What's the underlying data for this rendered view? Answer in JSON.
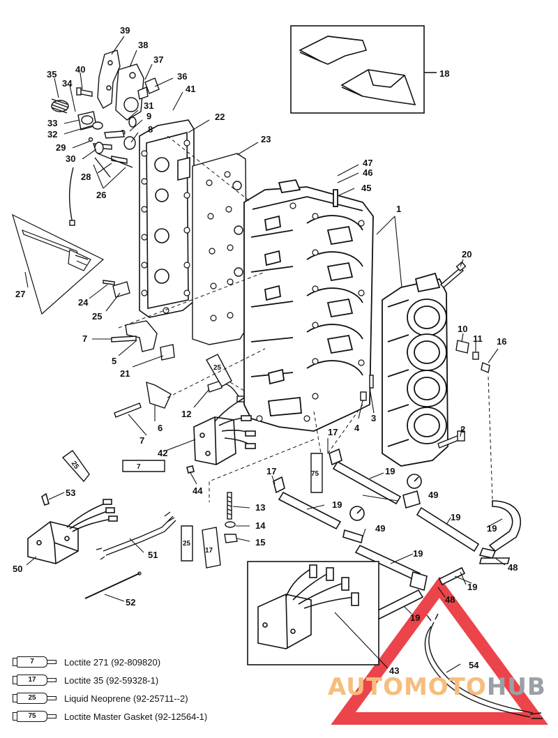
{
  "callouts": [
    {
      "id": "c39",
      "text": "39"
    },
    {
      "id": "c38",
      "text": "38"
    },
    {
      "id": "c37",
      "text": "37"
    },
    {
      "id": "c40",
      "text": "40"
    },
    {
      "id": "c36",
      "text": "36"
    },
    {
      "id": "c35",
      "text": "35"
    },
    {
      "id": "c34",
      "text": "34"
    },
    {
      "id": "c41",
      "text": "41"
    },
    {
      "id": "c31",
      "text": "31"
    },
    {
      "id": "c9",
      "text": "9"
    },
    {
      "id": "c22",
      "text": "22"
    },
    {
      "id": "c33",
      "text": "33"
    },
    {
      "id": "c32",
      "text": "32"
    },
    {
      "id": "c8",
      "text": "8"
    },
    {
      "id": "c29",
      "text": "29"
    },
    {
      "id": "c30",
      "text": "30"
    },
    {
      "id": "c23",
      "text": "23"
    },
    {
      "id": "c28",
      "text": "28"
    },
    {
      "id": "c26",
      "text": "26"
    },
    {
      "id": "c47",
      "text": "47"
    },
    {
      "id": "c46",
      "text": "46"
    },
    {
      "id": "c45",
      "text": "45"
    },
    {
      "id": "c1",
      "text": "1"
    },
    {
      "id": "c18",
      "text": "18"
    },
    {
      "id": "c27",
      "text": "27"
    },
    {
      "id": "c20",
      "text": "20"
    },
    {
      "id": "c24",
      "text": "24"
    },
    {
      "id": "c25a",
      "text": "25"
    },
    {
      "id": "c10",
      "text": "10"
    },
    {
      "id": "c11",
      "text": "11"
    },
    {
      "id": "c16",
      "text": "16"
    },
    {
      "id": "c7a",
      "text": "7"
    },
    {
      "id": "c5",
      "text": "5"
    },
    {
      "id": "c21",
      "text": "21"
    },
    {
      "id": "c12",
      "text": "12"
    },
    {
      "id": "c6",
      "text": "6"
    },
    {
      "id": "c4",
      "text": "4"
    },
    {
      "id": "c3",
      "text": "3"
    },
    {
      "id": "c7b",
      "text": "7"
    },
    {
      "id": "c2",
      "text": "2"
    },
    {
      "id": "c42",
      "text": "42"
    },
    {
      "id": "c17a",
      "text": "17"
    },
    {
      "id": "c44",
      "text": "44"
    },
    {
      "id": "c19a",
      "text": "19"
    },
    {
      "id": "c17b",
      "text": "17"
    },
    {
      "id": "c49a",
      "text": "49"
    },
    {
      "id": "c53",
      "text": "53"
    },
    {
      "id": "c13",
      "text": "13"
    },
    {
      "id": "c19b",
      "text": "19"
    },
    {
      "id": "c19c",
      "text": "19"
    },
    {
      "id": "c19d",
      "text": "19"
    },
    {
      "id": "c14",
      "text": "14"
    },
    {
      "id": "c49b",
      "text": "49"
    },
    {
      "id": "c15",
      "text": "15"
    },
    {
      "id": "c50",
      "text": "50"
    },
    {
      "id": "c51",
      "text": "51"
    },
    {
      "id": "c19e",
      "text": "19"
    },
    {
      "id": "c48a",
      "text": "48"
    },
    {
      "id": "c19f",
      "text": "19"
    },
    {
      "id": "c48b",
      "text": "48"
    },
    {
      "id": "c19g",
      "text": "19"
    },
    {
      "id": "c52",
      "text": "52"
    },
    {
      "id": "c43",
      "text": "43"
    },
    {
      "id": "c54",
      "text": "54"
    }
  ],
  "tube_marks": {
    "t25a": "25",
    "t25b": "25",
    "t7": "7",
    "t75": "75",
    "t25c": "25",
    "t17": "17"
  },
  "legend": [
    {
      "code": "7",
      "label": "Loctite 271 (92-809820)"
    },
    {
      "code": "17",
      "label": "Loctite 35 (92-59328-1)"
    },
    {
      "code": "25",
      "label": "Liquid Neoprene (92-25711--2)"
    },
    {
      "code": "75",
      "label": "Loctite Master Gasket (92-12564-1)"
    }
  ],
  "watermark": {
    "part1": "AUTOMOTO",
    "part2": "HUB",
    "accent": "#e8232b",
    "accent_light": "#f6bd7c",
    "gray": "#9aa0a6"
  }
}
